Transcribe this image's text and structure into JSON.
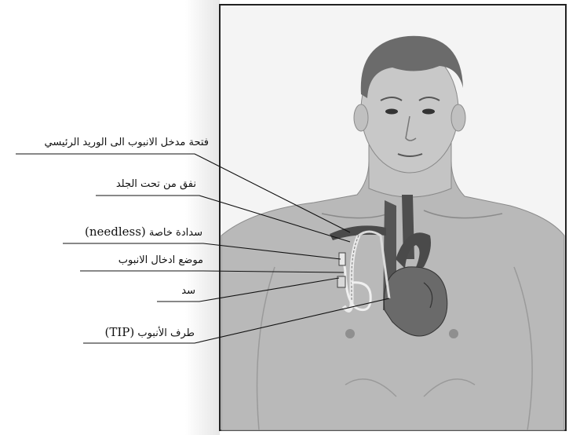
{
  "labels": {
    "cvc_entry": "فتحة مدخل الانبوب الى الوريد الرئيسي",
    "tunnel": "نفق من تحت الجلد",
    "needleless_cap_ar": "سدادة خاصة",
    "needleless_cap_en": "(needless)",
    "insertion_site": "موضع ادخال الانبوب",
    "clamp": "سد",
    "tip_ar": "طرف الأنبوب",
    "tip_en": "(TIP)"
  }
}
